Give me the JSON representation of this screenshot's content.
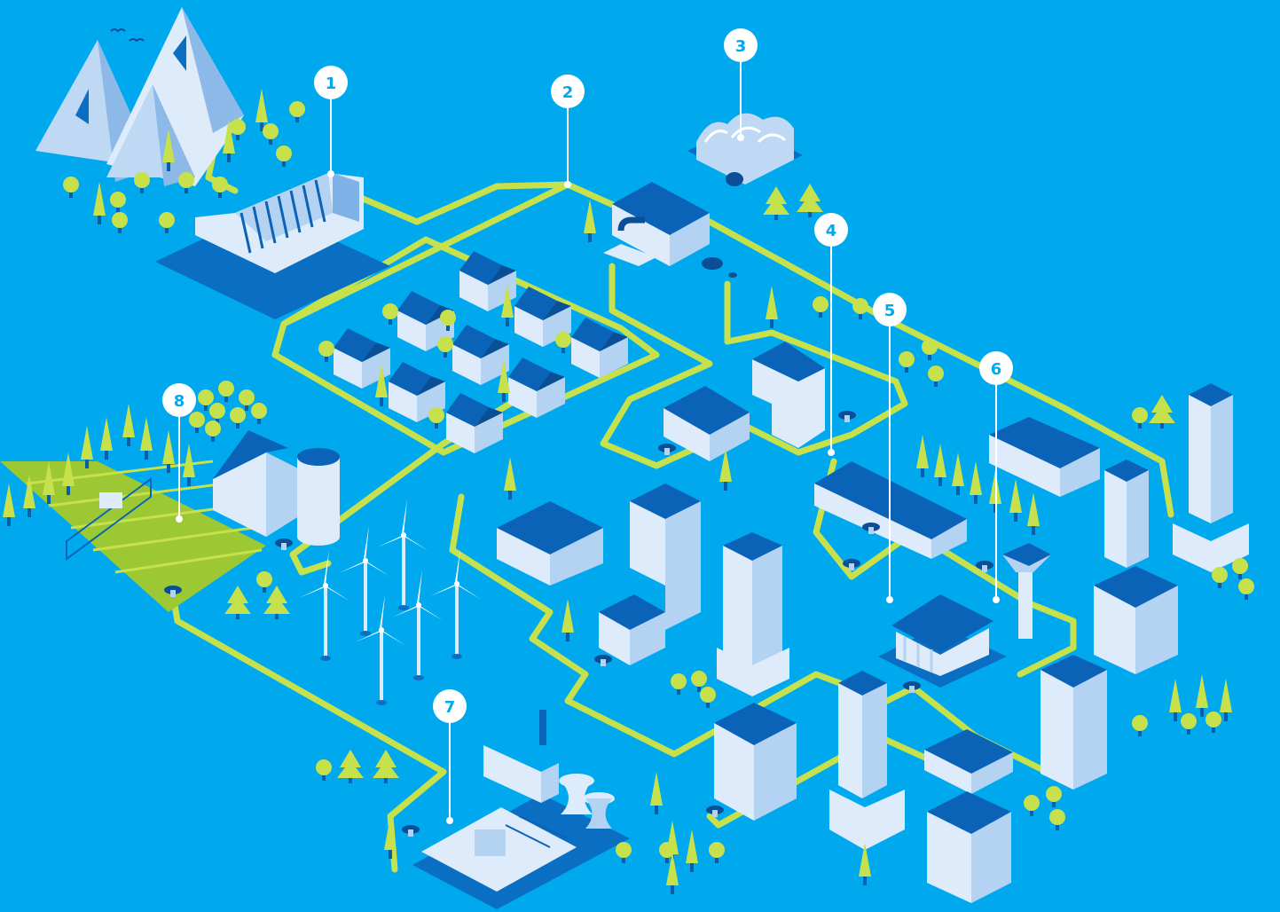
{
  "colors": {
    "background": "#00A9EE",
    "pipe": "#C6E14B",
    "roof": "#0B63B8",
    "wall_light": "#DDEBFA",
    "wall_mid": "#B4D2F2",
    "wall_dark": "#7FB2E6",
    "ground_dark": "#0A6FC2",
    "field": "#9CC833",
    "tree": "#C6E14B",
    "trunk": "#0A5EA8",
    "marker_fill": "#FFFFFF",
    "marker_text": "#00A9EE",
    "mountain": "#BFD9F4",
    "mountain_shadow": "#8DB9E8"
  },
  "markers": [
    {
      "num": "1",
      "icon": "dam-icon"
    },
    {
      "num": "2",
      "icon": "water-pipe-icon"
    },
    {
      "num": "3",
      "icon": "water-reservoir-icon"
    },
    {
      "num": "4",
      "icon": "distribution-pipe-icon"
    },
    {
      "num": "5",
      "icon": "city-network-icon"
    },
    {
      "num": "6",
      "icon": "water-tower-icon"
    },
    {
      "num": "7",
      "icon": "treatment-plant-icon"
    },
    {
      "num": "8",
      "icon": "irrigated-farm-icon"
    }
  ]
}
